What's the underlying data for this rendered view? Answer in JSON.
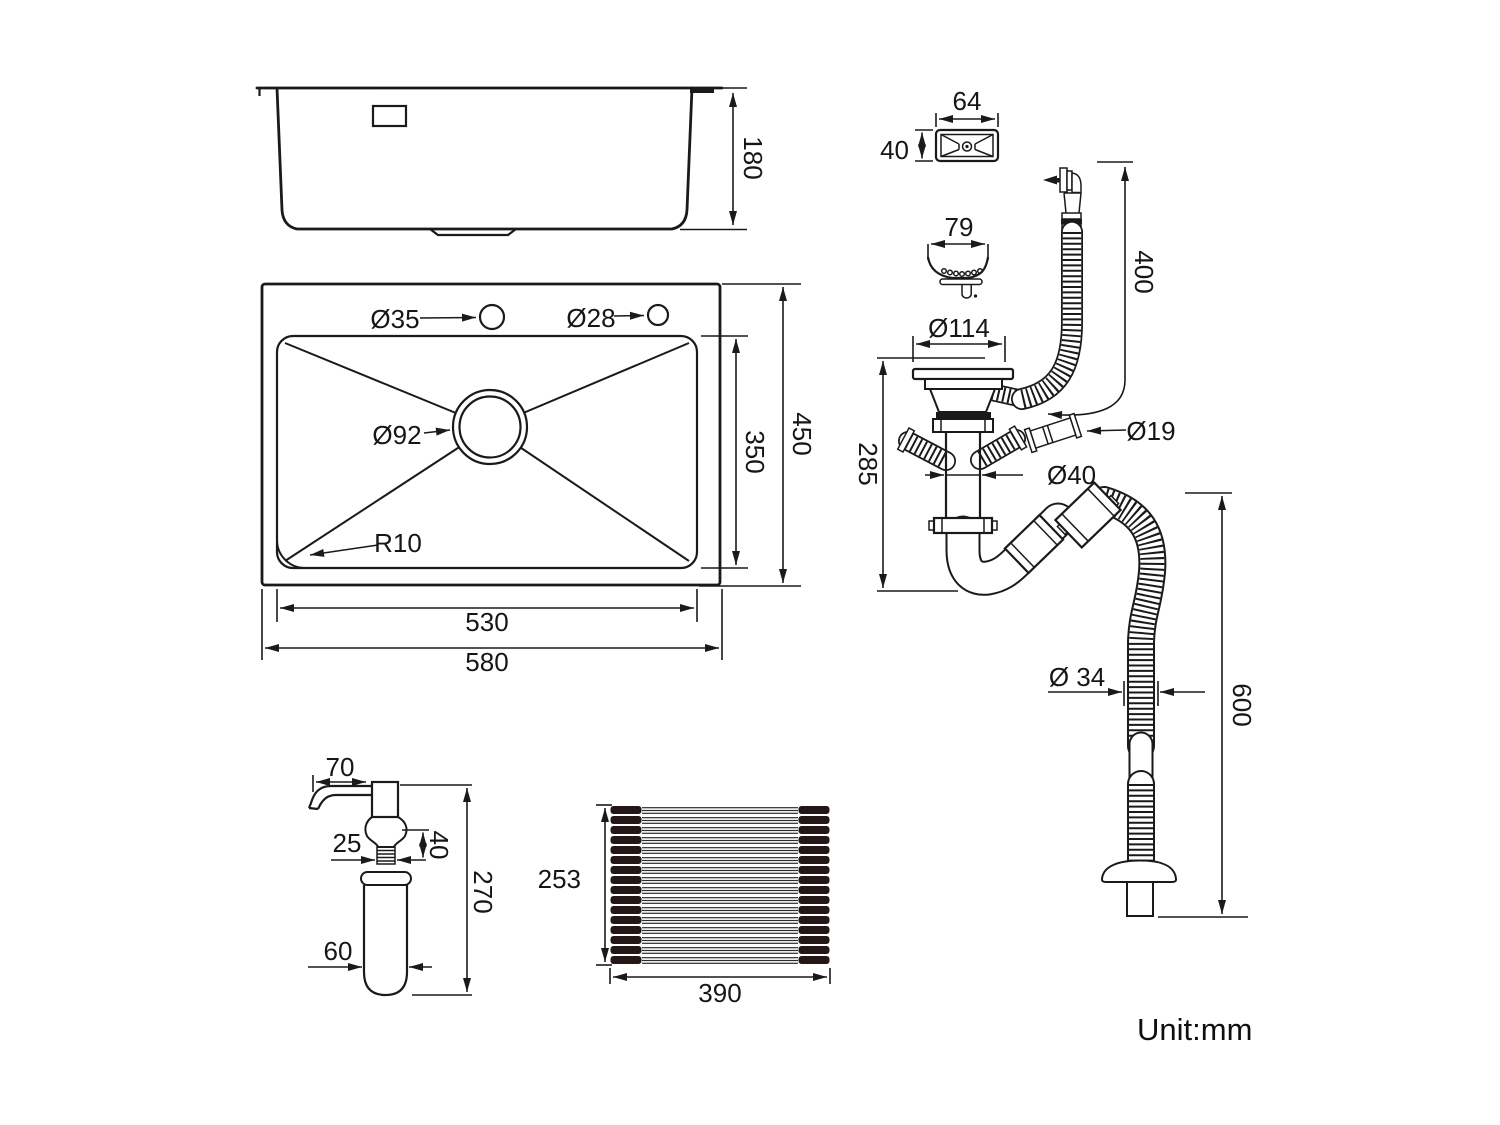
{
  "unit_label": "Unit:mm",
  "side_view": {
    "depth": "180"
  },
  "top_view": {
    "hole_left_label": "Ø35",
    "hole_right_label": "Ø28",
    "drain_label": "Ø92",
    "corner_radius_label": "R10",
    "bowl_width": "530",
    "overall_width": "580",
    "bowl_depth": "350",
    "overall_depth": "450"
  },
  "overflow_cover": {
    "width": "64",
    "height": "40"
  },
  "strainer_basket": {
    "diameter": "79"
  },
  "drain_kit": {
    "flange_diameter": "Ø114",
    "assembly_height": "285",
    "overflow_hose_length": "400",
    "reducer_diameter": "Ø19",
    "tailpipe_diameter": "Ø40",
    "waste_hose_diameter": "Ø 34",
    "waste_hose_length": "600"
  },
  "soap_dispenser": {
    "spout_length": "70",
    "thread_diameter": "25",
    "thread_height": "40",
    "overall_height": "270",
    "bottle_diameter": "60"
  },
  "roll_up_rack": {
    "depth": "253",
    "width": "390"
  }
}
